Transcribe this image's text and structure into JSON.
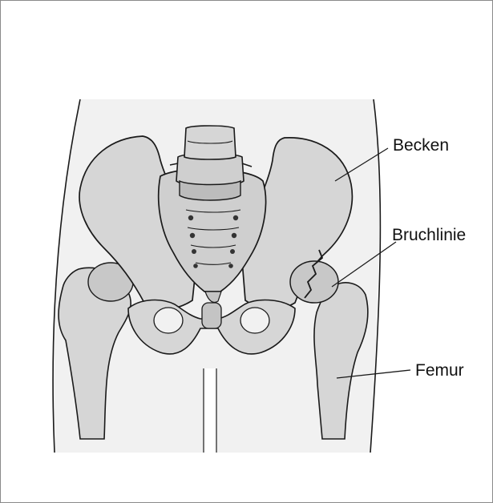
{
  "labels": {
    "becken": "Becken",
    "bruchlinie": "Bruchlinie",
    "femur": "Femur"
  },
  "colors": {
    "bone": "#d6d6d6",
    "bone_shade": "#bcbcbc",
    "body": "#f1f1f1",
    "outline": "#1a1a1a",
    "background": "#ffffff"
  }
}
